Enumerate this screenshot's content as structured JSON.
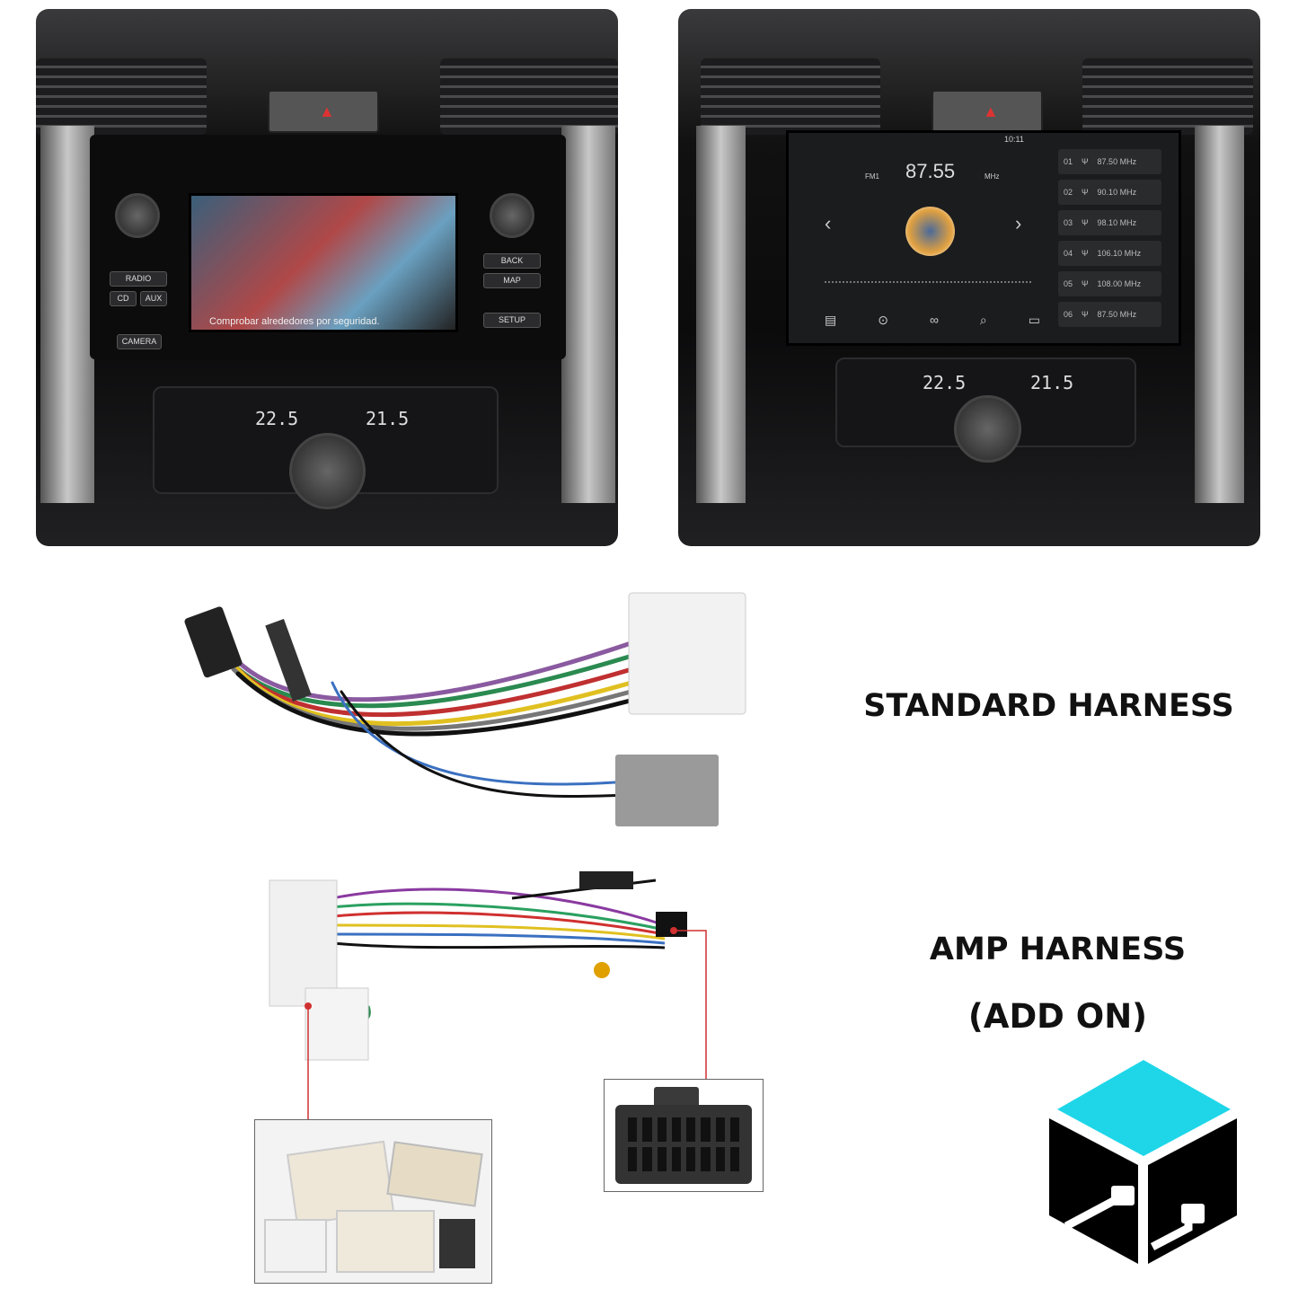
{
  "left_photo": {
    "screen_caption": "Comprobar alrededores por seguridad.",
    "climate_left": "22.5",
    "climate_right": "21.5",
    "buttons": [
      "RADIO",
      "CD",
      "AUX",
      "BACK",
      "MAP",
      "CAMERA",
      "SETUP"
    ]
  },
  "right_photo": {
    "status_time": "10:11",
    "band": "FM1",
    "frequency": "87.55",
    "unit": "MHz",
    "presets": [
      {
        "num": "01",
        "freq": "87.50 MHz"
      },
      {
        "num": "02",
        "freq": "90.10 MHz"
      },
      {
        "num": "03",
        "freq": "98.10 MHz"
      },
      {
        "num": "04",
        "freq": "106.10 MHz"
      },
      {
        "num": "05",
        "freq": "108.00 MHz"
      },
      {
        "num": "06",
        "freq": "87.50 MHz"
      }
    ],
    "climate_left": "22.5",
    "climate_right": "21.5"
  },
  "labels": {
    "standard": "STANDARD HARNESS",
    "amp": "AMP HARNESS",
    "add_on": "(ADD ON)"
  },
  "colors": {
    "logo_accent": "#1ed6e8",
    "logo_dark": "#000000",
    "callout_line": "#d03030"
  }
}
